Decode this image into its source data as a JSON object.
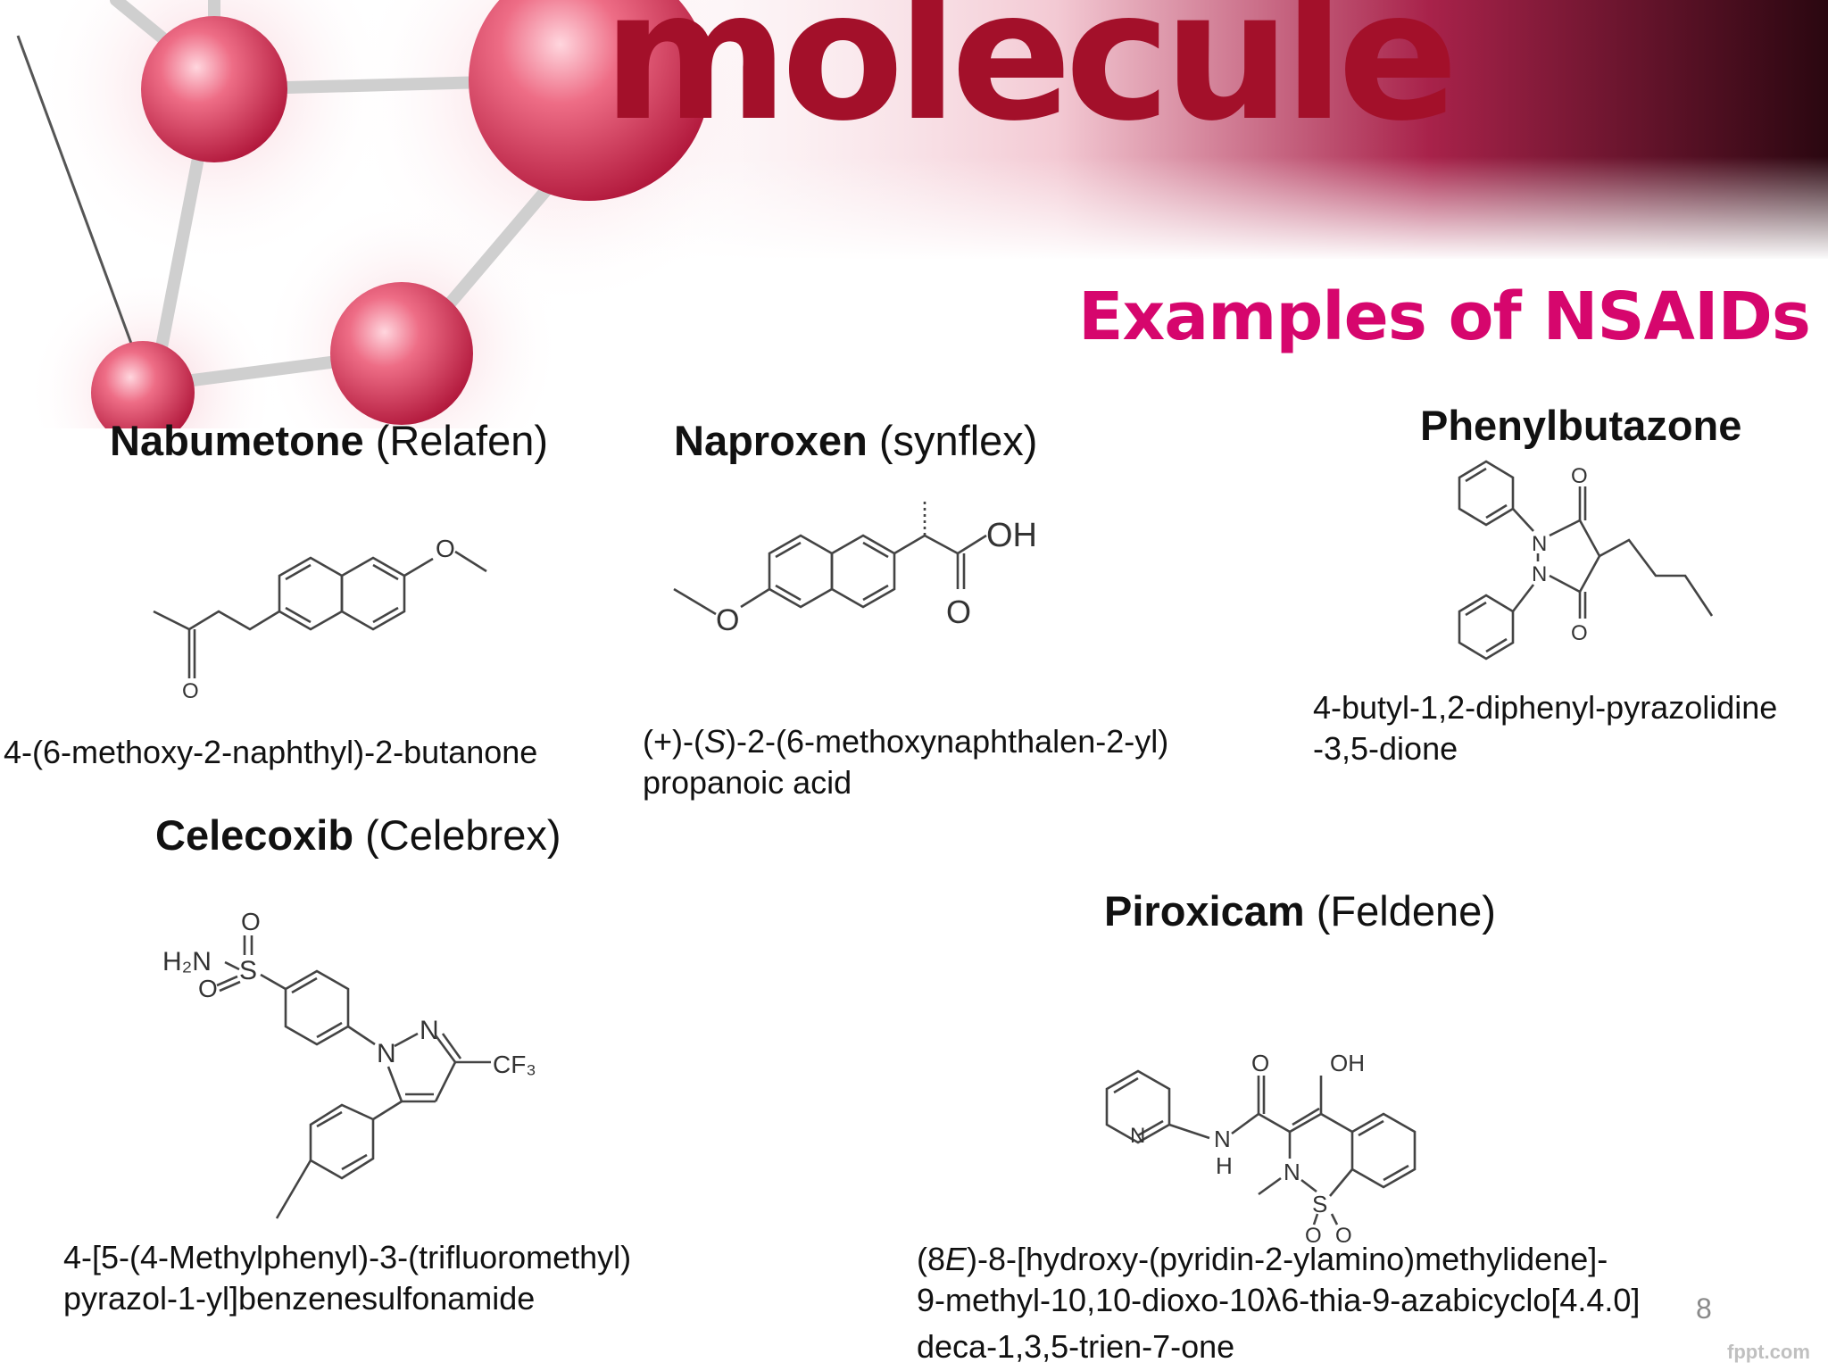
{
  "header": {
    "wordmark": "molecule",
    "colors": {
      "accent": "#d6066d",
      "wordmark": "#a3102a",
      "sphere": "#e24b66"
    }
  },
  "slide": {
    "title": "Examples of NSAIDs",
    "number": "8",
    "brand": "fppt.com"
  },
  "drugs": {
    "nabumetone": {
      "name": "Nabumetone",
      "brand": " (Relafen)",
      "iupac": "4-(6-methoxy-2-naphthyl)-2-butanone",
      "atoms": {
        "o_ketone": "O",
        "o_ether": "O"
      }
    },
    "naproxen": {
      "name": "Naproxen",
      "brand": " (synflex)",
      "iupac_prefix": "(+)-(",
      "iupac_stereo": "S",
      "iupac_suffix": ")-2-(6-methoxynaphthalen-2-yl)",
      "iupac_line2": "propanoic acid",
      "atoms": {
        "oh": "OH",
        "o_carbonyl": "O",
        "o_ether": "O"
      }
    },
    "phenylbutazone": {
      "name": "Phenylbutazone",
      "iupac_line1": "4-butyl-1,2-diphenyl-pyrazolidine",
      "iupac_line2": "-3,5-dione",
      "atoms": {
        "n1": "N",
        "n2": "N",
        "o_top": "O",
        "o_bottom": "O"
      }
    },
    "celecoxib": {
      "name": "Celecoxib",
      "brand": " (Celebrex)",
      "iupac_line1": "4-[5-(4-Methylphenyl)-3-(trifluoromethyl)",
      "iupac_line2": "pyrazol-1-yl]benzenesulfonamide",
      "atoms": {
        "amine": "H₂N",
        "s": "S",
        "o_top": "O",
        "o_left": "O",
        "n1": "N",
        "n2": "N",
        "cf3": "CF₃"
      }
    },
    "piroxicam": {
      "name": "Piroxicam",
      "brand": " (Feldene)",
      "iupac_l1_a": "(8",
      "iupac_l1_stereo": "E",
      "iupac_l1_b": ")-8-[hydroxy-(pyridin-2-ylamino)methylidene]-",
      "iupac_line2": "9-methyl-10,10-dioxo-10λ6-thia-9-azabicyclo[4.4.0]",
      "iupac_line3": "deca-1,3,5-trien-7-one",
      "atoms": {
        "n_pyr": "N",
        "nh_n": "N",
        "nh_h": "H",
        "o_amide": "O",
        "oh": "OH",
        "n_ring": "N",
        "s": "S",
        "o1": "O",
        "o2": "O"
      }
    }
  }
}
